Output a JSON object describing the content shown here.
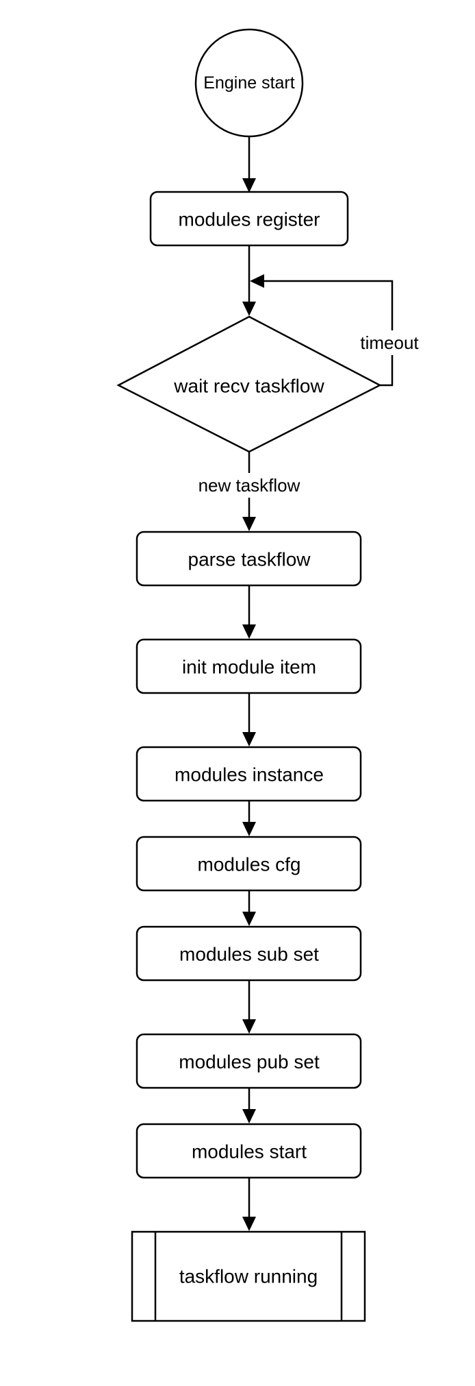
{
  "nodes": {
    "start": "Engine  start",
    "register": "modules register",
    "wait": "wait recv taskflow",
    "parse": "parse taskflow",
    "init": "init module item",
    "instance": "modules instance",
    "cfg": "modules cfg",
    "sub_set": "modules sub set",
    "pub_set": "modules pub set",
    "mod_start": "modules start",
    "running": "taskflow running"
  },
  "edges": {
    "timeout": "timeout",
    "new_taskflow": "new taskflow"
  }
}
